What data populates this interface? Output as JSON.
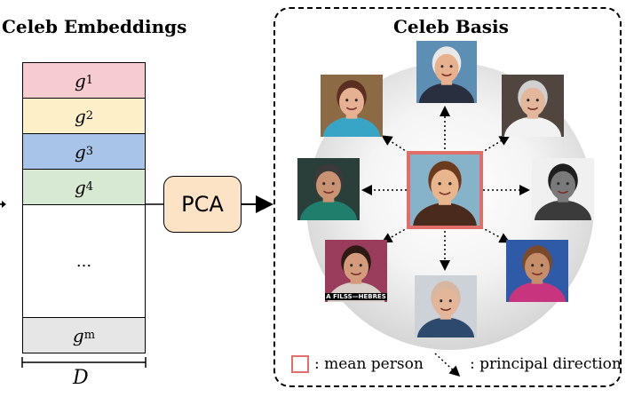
{
  "left": {
    "title": "Celeb Embeddings",
    "cells": [
      {
        "sym": "g",
        "sub": "1",
        "color": "#f6ccd0"
      },
      {
        "sym": "g",
        "sub": "2",
        "color": "#fdf0c8"
      },
      {
        "sym": "g",
        "sub": "3",
        "color": "#a8c4e8"
      },
      {
        "sym": "g",
        "sub": "4",
        "color": "#d7e8d3"
      }
    ],
    "ellipsis": "...",
    "last_cell": {
      "sym": "g",
      "sub": "m",
      "color": "#e6e6e6"
    },
    "dimension_label": "D"
  },
  "pca_label": "PCA",
  "right": {
    "title": "Celeb Basis",
    "legend": {
      "mean_label": ": mean person",
      "direction_label": ": principal direction",
      "mean_color": "#e06f6a"
    },
    "faces": [
      {
        "id": "mean",
        "bg": "#86b3c9",
        "skin": "#e8b58d",
        "hair": "#6b3b1d",
        "shirt": "#4a2a1d"
      },
      {
        "id": "top",
        "bg": "#5c8fb3",
        "skin": "#e7b08f",
        "hair": "#e8e8e8",
        "shirt": "#2a2f3f"
      },
      {
        "id": "top-left",
        "bg": "#8c6a44",
        "skin": "#e6b192",
        "hair": "#5a2e20",
        "shirt": "#38a4c6"
      },
      {
        "id": "top-right",
        "bg": "#51453f",
        "skin": "#e2b79c",
        "hair": "#d0d0d0",
        "shirt": "#f2f2f2"
      },
      {
        "id": "left",
        "bg": "#2a3f3a",
        "skin": "#c99273",
        "hair": "#3a3a3a",
        "shirt": "#1f7f6c"
      },
      {
        "id": "right",
        "bg": "#f0f0f0",
        "skin": "#7a7a7a",
        "hair": "#1f1f1f",
        "shirt": "#3b3b3b"
      },
      {
        "id": "bottom-left",
        "bg": "#9a3c5c",
        "skin": "#d39b7c",
        "hair": "#2c1a15",
        "shirt": "#d8d0c8"
      },
      {
        "id": "bottom",
        "bg": "#cdd2d8",
        "skin": "#e3b69a",
        "hair": "#d8b7a0",
        "shirt": "#2d4a6e"
      },
      {
        "id": "bottom-right",
        "bg": "#2e5aa8",
        "skin": "#c68d6b",
        "hair": "#7a4a2a",
        "shirt": "#c7357e"
      }
    ],
    "poster_caption": "A FILSS—HEBRES"
  }
}
